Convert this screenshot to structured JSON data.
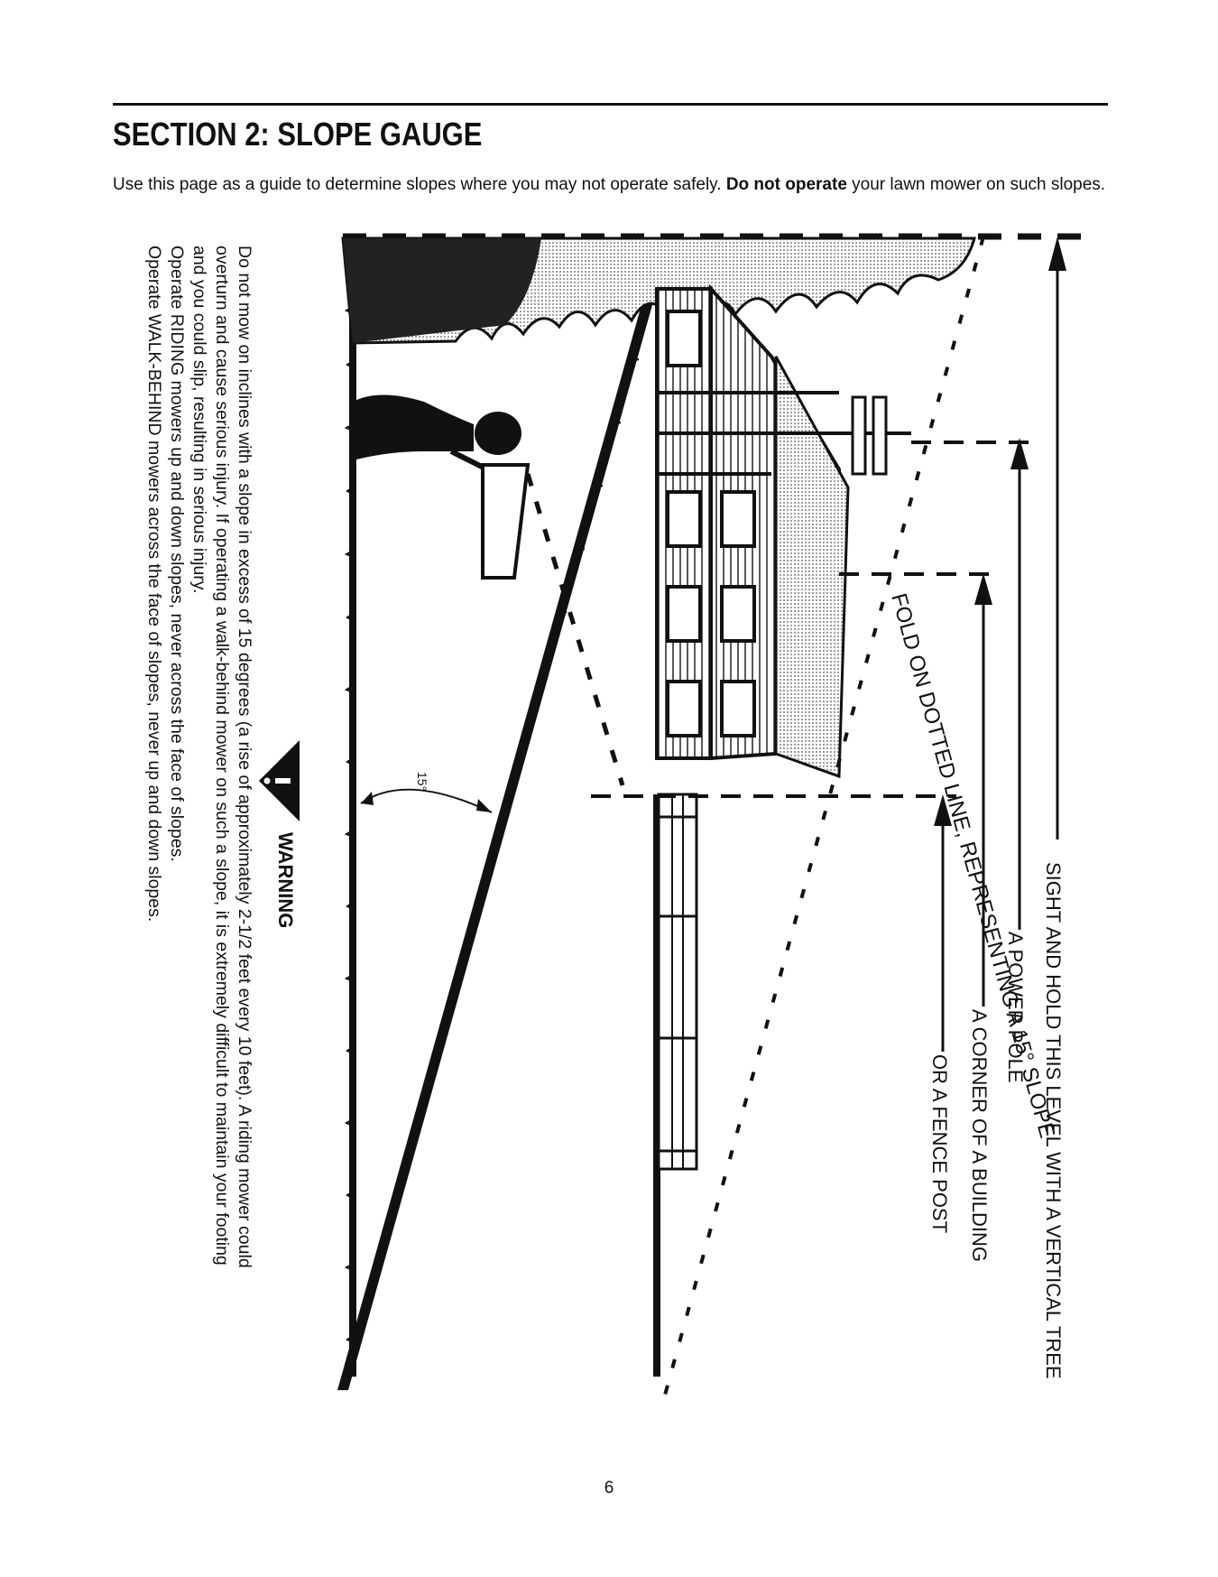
{
  "header": {
    "section_title": "SECTION 2:  SLOPE GAUGE"
  },
  "intro": {
    "text_before": "Use  this page as a guide to determine slopes where you may not operate safely.  ",
    "bold": "Do not operate",
    "text_after": " your lawn mower on such slopes."
  },
  "gauge": {
    "sight_label": "SIGHT AND HOLD THIS LEVEL WITH A VERTICAL TREE",
    "pole_label": "A POWER POLE",
    "building_label": "A CORNER OF A BUILDING",
    "fence_label": "OR A FENCE POST",
    "fold_label": "FOLD ON DOTTED LINE, REPRESENTING A 15° SLOPE",
    "angle_label": "15°"
  },
  "warning": {
    "heading": "WARNING",
    "line1": "Do not mow on inclines with a slope in excess of 15 degrees (a rise of approximately 2-1/2 feet every 10 feet).  A riding mower could",
    "line2": "overturn and cause serious injury.  If operating a walk-behind mower on such a slope, it is extremely difficult to maintain your footing",
    "line3": "and you could slip, resulting in serious injury.",
    "line4": "Operate RIDING mowers up and down slopes, never across the face of slopes.",
    "line5": "Operate WALK-BEHIND mowers across the face of slopes, never up and down slopes."
  },
  "footer": {
    "page_number": "6"
  }
}
